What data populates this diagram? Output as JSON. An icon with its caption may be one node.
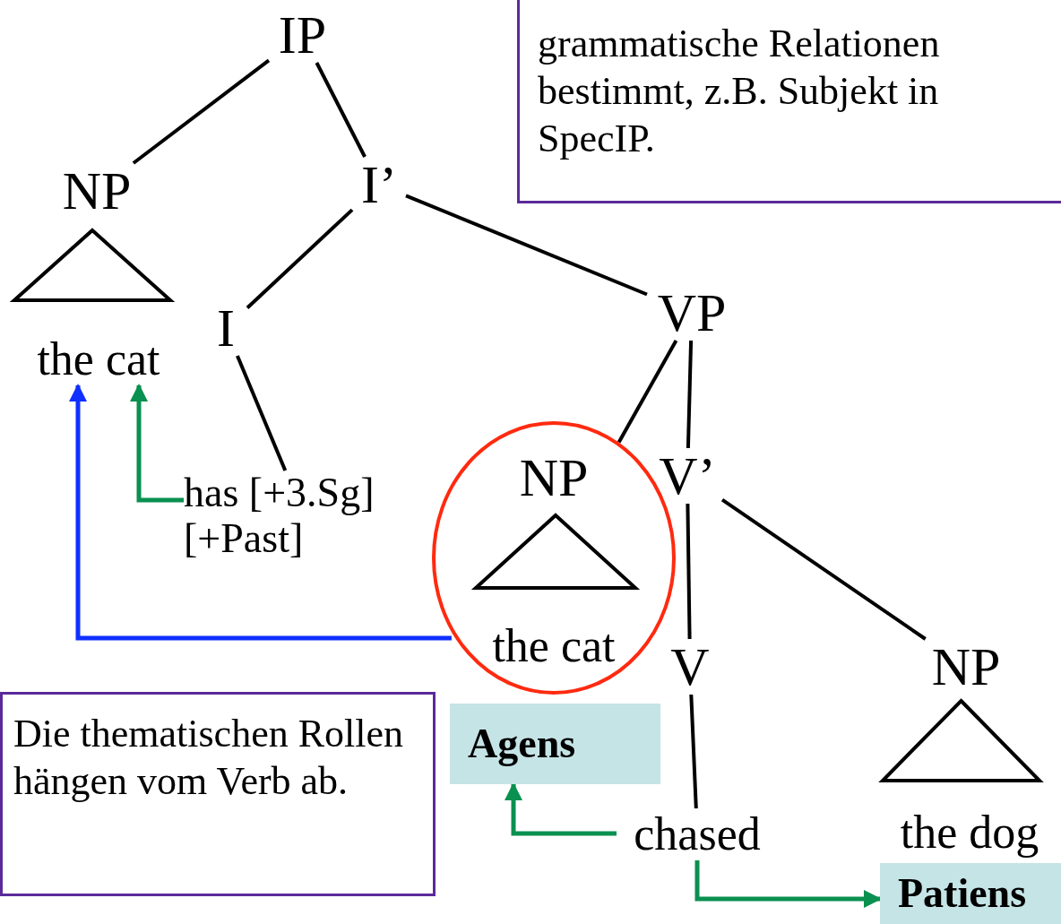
{
  "diagram": {
    "nodes": [
      {
        "text": [
          "IP"
        ]
      },
      {
        "text": [
          "NP"
        ]
      },
      {
        "text": [
          "I’"
        ]
      },
      {
        "text": [
          "the cat"
        ]
      },
      {
        "text": [
          "I"
        ]
      },
      {
        "text": [
          "VP"
        ]
      },
      {
        "text": [
          "has [+3.Sg] [+Past]"
        ]
      },
      {
        "text": [
          "NP",
          "the cat"
        ]
      },
      {
        "text": [
          "V’"
        ]
      },
      {
        "text": [
          "V"
        ]
      },
      {
        "text": [
          "NP"
        ]
      },
      {
        "text": [
          "the dog"
        ]
      },
      {
        "text": [
          "chased"
        ]
      },
      {
        "text": [
          "Agens"
        ]
      },
      {
        "text": [
          "Patiens"
        ]
      },
      {
        "text": [
          "grammatische Relationen bestimmt, z.B. Subjekt in SpecIP."
        ]
      },
      {
        "text": [
          "Die thematischen Rollen hängen vom Verb ab."
        ]
      },
      {
        "text": [],
        "shape": "triangle"
      },
      {
        "text": [],
        "shape": "triangle",
        "in": 7
      },
      {
        "text": [],
        "shape": "triangle"
      }
    ],
    "edges": [
      {
        "from": 0,
        "to": 1,
        "arrow": "none"
      },
      {
        "from": 0,
        "to": 2,
        "arrow": "none"
      },
      {
        "from": 2,
        "to": 4,
        "arrow": "none"
      },
      {
        "from": 2,
        "to": 5,
        "arrow": "none"
      },
      {
        "from": 4,
        "to": 6,
        "arrow": "none"
      },
      {
        "from": 5,
        "to": 7,
        "arrow": "none"
      },
      {
        "from": 5,
        "to": 8,
        "arrow": "none"
      },
      {
        "from": 8,
        "to": 9,
        "arrow": "none"
      },
      {
        "from": 8,
        "to": 10,
        "arrow": "none"
      },
      {
        "from": 9,
        "to": 12,
        "arrow": "none"
      },
      {
        "from": 6,
        "to": 3,
        "arrow": "to",
        "color": "#0a9050"
      },
      {
        "from": 7,
        "to": 3,
        "arrow": "to",
        "color": "#1030ff"
      },
      {
        "from": 12,
        "to": 13,
        "arrow": "to",
        "color": "#0a9050"
      },
      {
        "from": 12,
        "to": 14,
        "arrow": "to",
        "color": "#0a9050"
      }
    ]
  }
}
